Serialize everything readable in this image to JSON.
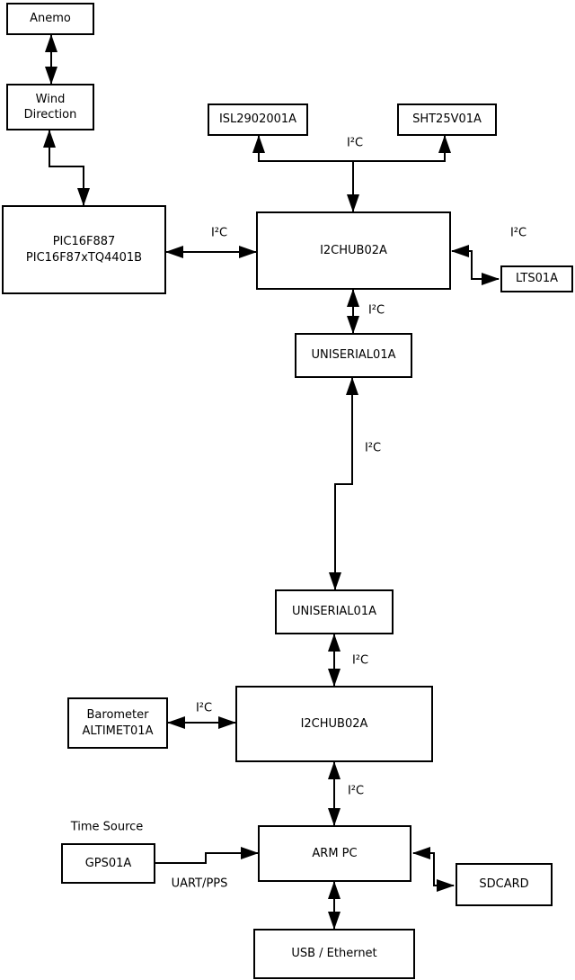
{
  "colors": {
    "background": "#ffffff",
    "stroke": "#000000",
    "text": "#000000"
  },
  "boxes": {
    "anemo": {
      "label": "Anemo"
    },
    "wind_direction": {
      "lines": [
        "Wind",
        "Direction"
      ]
    },
    "pic_mcu": {
      "lines": [
        "PIC16F887",
        "PIC16F87xTQ4401B"
      ]
    },
    "isl": {
      "label": "ISL2902001A"
    },
    "sht": {
      "label": "SHT25V01A"
    },
    "hub1": {
      "label": "I2CHUB02A"
    },
    "lts": {
      "label": "LTS01A"
    },
    "uniserial1": {
      "label": "UNISERIAL01A"
    },
    "uniserial2": {
      "label": "UNISERIAL01A"
    },
    "hub2": {
      "label": "I2CHUB02A"
    },
    "barometer": {
      "lines": [
        "Barometer",
        "ALTIMET01A"
      ]
    },
    "gps": {
      "label": "GPS01A"
    },
    "arm_pc": {
      "label": "ARM PC"
    },
    "sdcard": {
      "label": "SDCARD"
    },
    "usb_ethernet": {
      "label": "USB / Ethernet"
    }
  },
  "edge_labels": {
    "i2c_top_bus": "I²C",
    "i2c_pic_hub1": "I²C",
    "i2c_hub1_lts": "I²C",
    "i2c_hub1_uniserial1": "I²C",
    "i2c_uniserial1_uniserial2": "I²C",
    "i2c_uniserial2_hub2": "I²C",
    "i2c_barometer_hub2": "I²C",
    "i2c_hub2_armpc": "I²C",
    "time_source": "Time Source",
    "uart_pps": "UART/PPS"
  }
}
